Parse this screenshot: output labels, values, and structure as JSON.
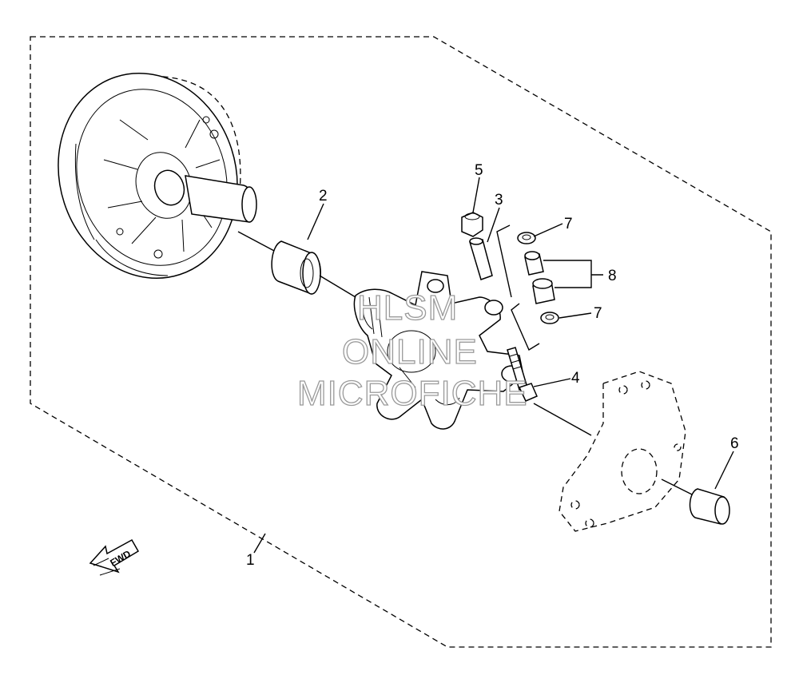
{
  "diagram": {
    "callouts": [
      "1",
      "2",
      "3",
      "4",
      "5",
      "6",
      "7",
      "7",
      "8"
    ],
    "direction_label": "FWD",
    "watermark": [
      "HLSM",
      "ONLINE",
      "MICROFICHE"
    ]
  }
}
